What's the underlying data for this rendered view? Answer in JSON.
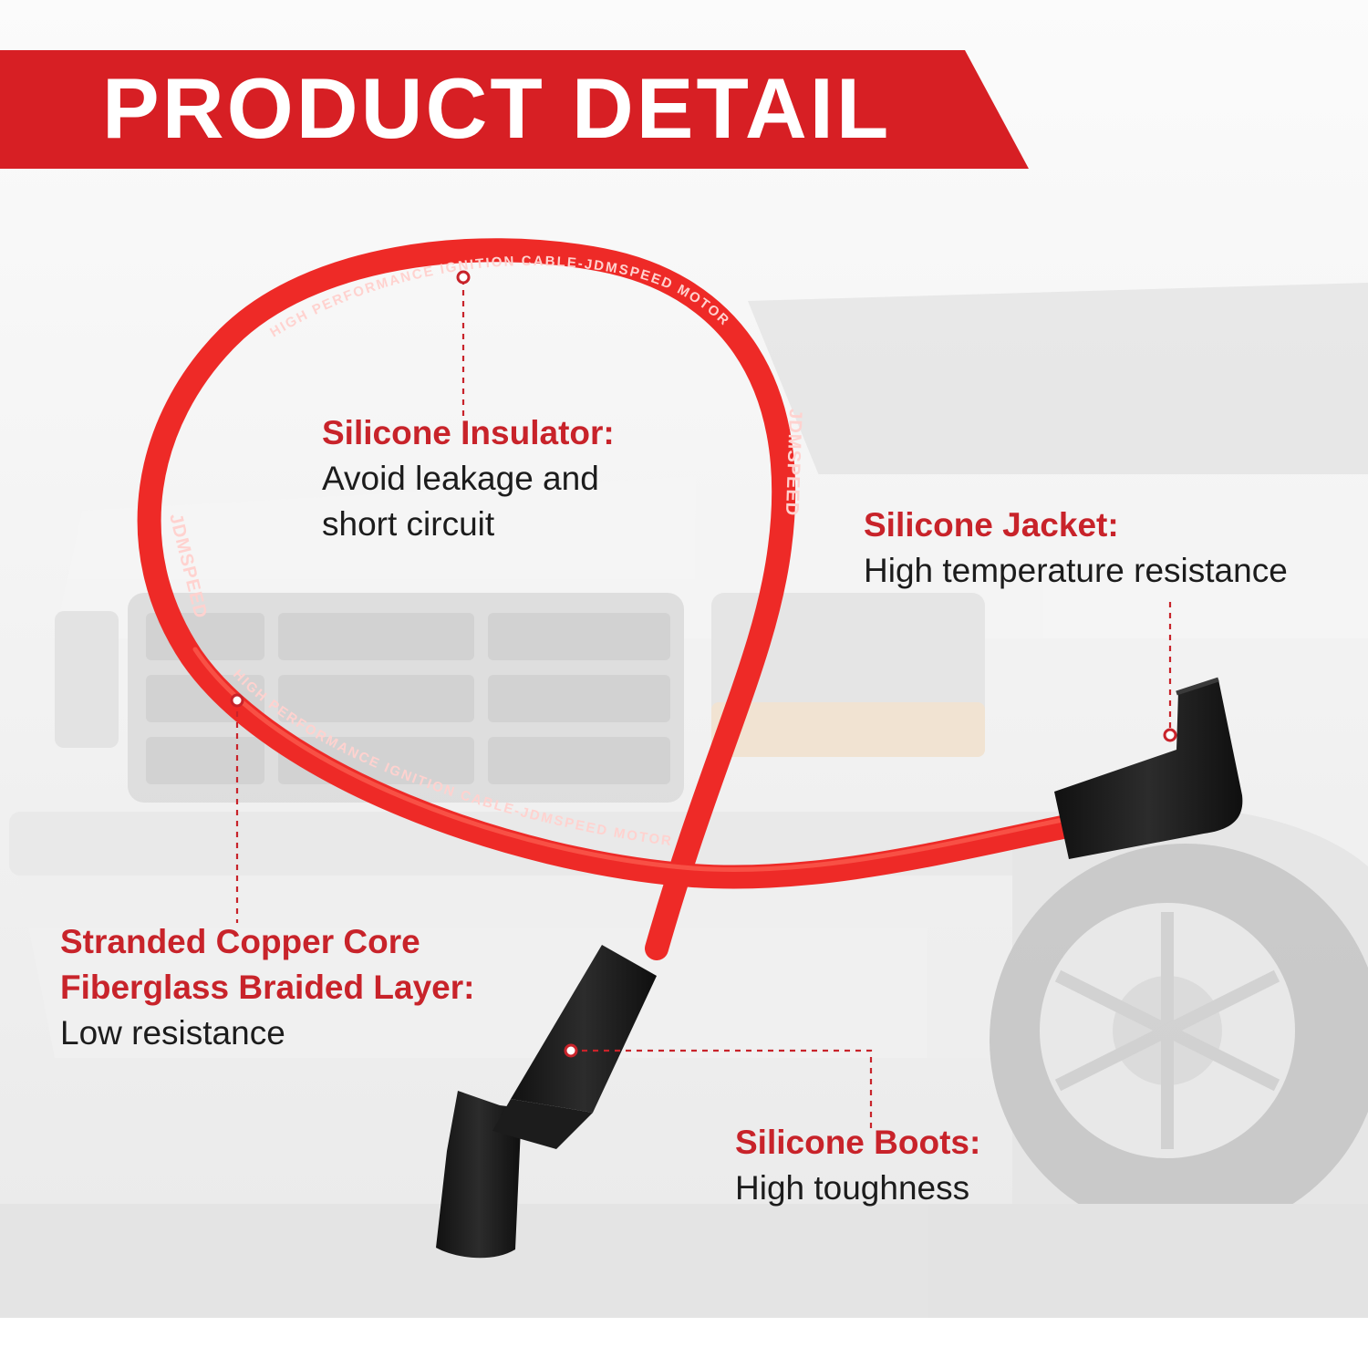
{
  "banner": {
    "title": "PRODUCT DETAIL"
  },
  "cable_text": {
    "top": "HIGH PERFORMANCE IGNITION CABLE-JDMSPEED MOTOR",
    "lower": "HIGH PERFORMANCE IGNITION CABLE-JDMSPEED MOTOR",
    "logo_right": "JDMSPEED",
    "logo_left": "JDMSPEED"
  },
  "callouts": {
    "insulator": {
      "title": "Silicone Insulator:",
      "lines": [
        "Avoid leakage and",
        "short circuit"
      ]
    },
    "jacket": {
      "title": "Silicone Jacket:",
      "lines": [
        "High temperature resistance"
      ]
    },
    "core": {
      "title_lines": [
        "Stranded Copper Core",
        "Fiberglass Braided Layer:"
      ],
      "lines": [
        "Low resistance"
      ]
    },
    "boots": {
      "title": "Silicone Boots:",
      "lines": [
        "High toughness"
      ]
    }
  },
  "colors": {
    "brand_red": "#d71f24",
    "label_red": "#c8232a",
    "cable_red": "#ee2a27",
    "boot_black": "#1a1a1a"
  }
}
